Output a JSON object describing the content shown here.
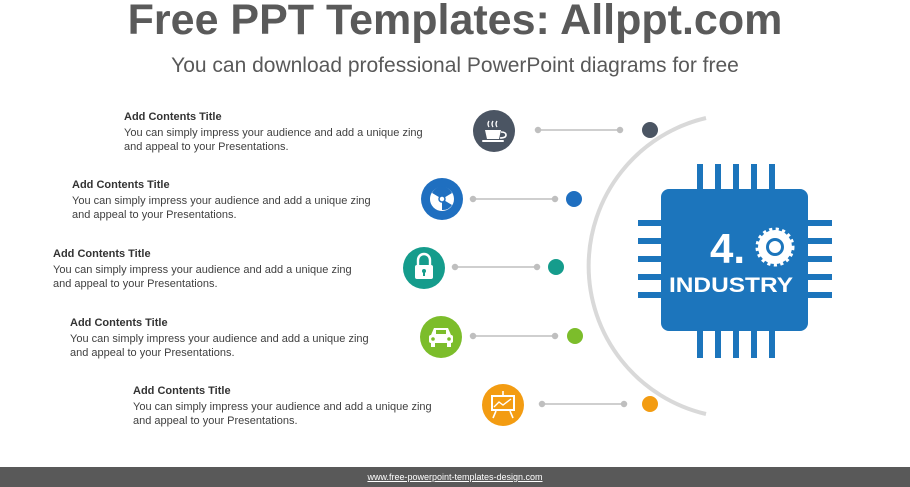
{
  "header": {
    "title": "Free PPT Templates: Allppt.com",
    "subtitle": "You can download professional PowerPoint diagrams for free"
  },
  "items": [
    {
      "title": "Add Contents Title",
      "desc": "You can simply impress your audience and add a unique zing and appeal to your Presentations.",
      "icon": "coffee-cup-icon",
      "color": "#4b5563"
    },
    {
      "title": "Add Contents Title",
      "desc": "You can simply impress your audience and add a unique zing and appeal to your Presentations.",
      "icon": "radiation-icon",
      "color": "#1f6fc0"
    },
    {
      "title": "Add Contents Title",
      "desc": "You can simply impress your audience and add a unique zing and appeal to your Presentations.",
      "icon": "padlock-icon",
      "color": "#159c8c"
    },
    {
      "title": "Add Contents Title",
      "desc": "You can simply impress your audience and add a unique zing and appeal to your Presentations.",
      "icon": "car-icon",
      "color": "#7cbd2b"
    },
    {
      "title": "Add Contents Title",
      "desc": "You can simply impress your audience and add a unique zing and appeal to your Presentations.",
      "icon": "presentation-board-icon",
      "color": "#f39c12"
    }
  ],
  "chip": {
    "number": "4.",
    "label": "INDUSTRY",
    "color": "#1c75bc",
    "icon": "gear-icon"
  },
  "footer": {
    "url": "www.free-powerpoint-templates-design.com"
  }
}
